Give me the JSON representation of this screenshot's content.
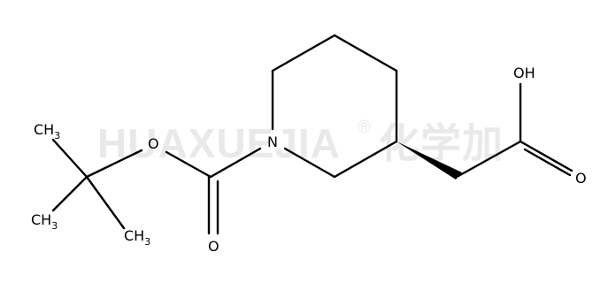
{
  "watermark": {
    "latin": "HUAXUEJIA",
    "registered": "®",
    "cjk": "化学加"
  },
  "atoms": {
    "n1": "N",
    "o_ester": "O",
    "o_carbonyl": "O",
    "oh_acid": "OH",
    "o_acid": "O",
    "methyl_top": {
      "main": "CH",
      "sub": "3"
    },
    "methyl_left": {
      "main": "CH",
      "sub": "3"
    },
    "methyl_right": {
      "main": "CH",
      "sub": "3"
    }
  },
  "stereo": {
    "type": "wedge",
    "at": "C3"
  }
}
